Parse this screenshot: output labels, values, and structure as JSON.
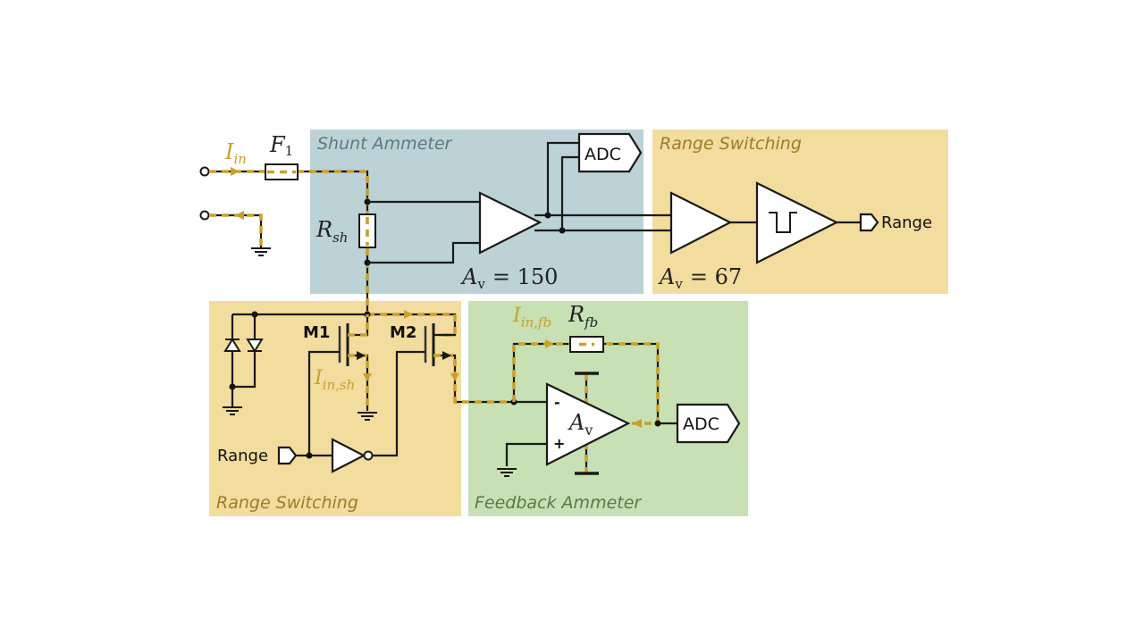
{
  "colors": {
    "shunt_block": "#bcd2d6",
    "range_block": "#f2dc9e",
    "feedback_block": "#c7e0b4",
    "current_path": "#c9a02a",
    "shunt_title": "#5b7a80",
    "range_title": "#9a7d2a",
    "feedback_title": "#5a7a46"
  },
  "blocks": {
    "shunt": {
      "title": "Shunt Ammeter",
      "gain_label": "A",
      "gain_sub": "v",
      "gain_value": "= 150"
    },
    "range_top": {
      "title": "Range Switching",
      "gain_label": "A",
      "gain_sub": "v",
      "gain_value": "= 67"
    },
    "range_bottom": {
      "title": "Range Switching"
    },
    "feedback": {
      "title": "Feedback Ammeter"
    }
  },
  "components": {
    "fuse": {
      "label": "F",
      "sub": "1"
    },
    "shunt_resistor": {
      "label": "R",
      "sub": "sh"
    },
    "feedback_resistor": {
      "label": "R",
      "sub": "fb"
    },
    "adc_top": "ADC",
    "adc_bottom": "ADC",
    "range_output": "Range",
    "range_input": "Range",
    "m1": "M1",
    "m2": "M2",
    "opamp": {
      "label": "A",
      "sub": "v",
      "minus": "-",
      "plus": "+"
    }
  },
  "currents": {
    "input": {
      "label": "I",
      "sub": "in"
    },
    "shunt": {
      "label": "I",
      "sub": "in,sh"
    },
    "feedback": {
      "label": "I",
      "sub": "in,fb"
    }
  }
}
